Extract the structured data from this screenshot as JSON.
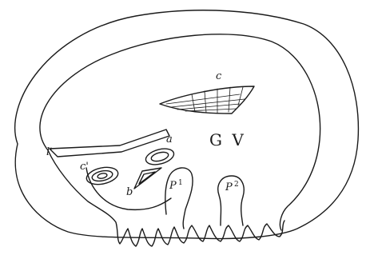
{
  "figure": {
    "stroke_color": "#1a1a1a",
    "background": "#ffffff",
    "labels": {
      "c_top": "c",
      "gv": "G V",
      "a": "a",
      "l_prime": "l'",
      "c_prime": "c'",
      "b": "b",
      "p1": "P",
      "p1_sup": "1",
      "p2": "P",
      "p2_sup": "2"
    }
  }
}
